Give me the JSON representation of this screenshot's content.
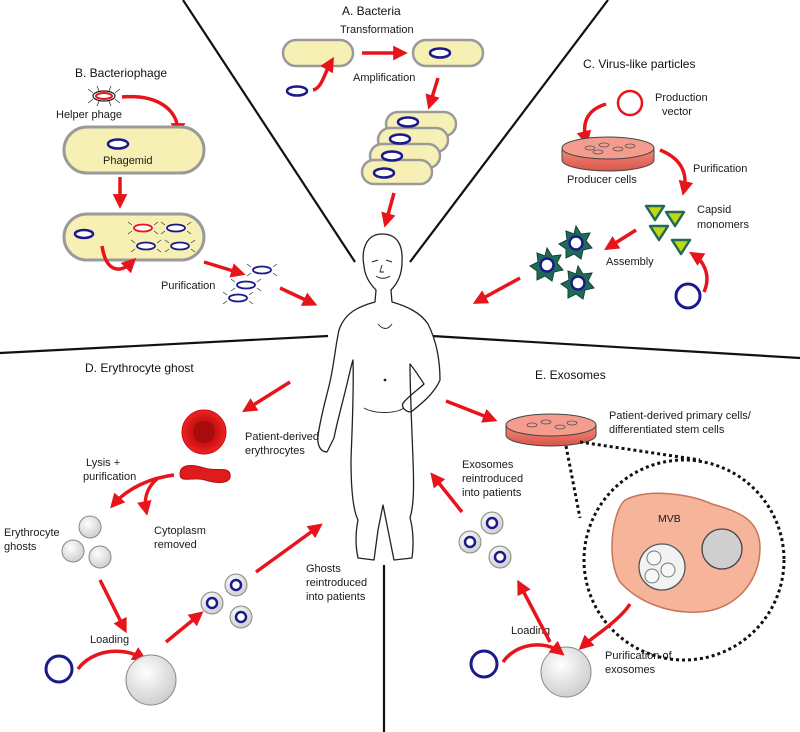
{
  "colors": {
    "arrow": "#e8141b",
    "plasmid": "#1a1a8c",
    "bacterium_fill": "#f7f0b4",
    "bacterium_stroke": "#9a9a9a",
    "erythrocyte": "#e01b1b",
    "star": "#1f6b5a",
    "triangle": "#c4d614",
    "cell_fill": "#f6b49a",
    "dish": "#e86a5c",
    "divider": "#111111"
  },
  "sections": {
    "bacteria": {
      "title": "A. Bacteria",
      "transformation": "Transformation",
      "amplification": "Amplification"
    },
    "bacteriophage": {
      "title": "B. Bacteriophage",
      "helper_phage": "Helper phage",
      "phagemid": "Phagemid",
      "purification": "Purification"
    },
    "vlp": {
      "title": "C. Virus-like particles",
      "production_vector_1": "Production",
      "production_vector_2": "vector",
      "producer_cells": "Producer cells",
      "purification": "Purification",
      "capsid_1": "Capsid",
      "capsid_2": "monomers",
      "assembly": "Assembly"
    },
    "erythrocyte": {
      "title": "D. Erythrocyte ghost",
      "patient_derived_1": "Patient-derived",
      "patient_derived_2": "erythrocytes",
      "lysis_1": "Lysis +",
      "lysis_2": "purification",
      "ghosts_1": "Erythrocyte",
      "ghosts_2": "ghosts",
      "cytoplasm_1": "Cytoplasm",
      "cytoplasm_2": "removed",
      "loading": "Loading",
      "reintro_1": "Ghosts",
      "reintro_2": "reintroduced",
      "reintro_3": "into patients"
    },
    "exosomes": {
      "title": "E. Exosomes",
      "cells_1": "Patient-derived primary cells/",
      "cells_2": "differentiated stem cells",
      "reintro_1": "Exosomes",
      "reintro_2": "reintroduced",
      "reintro_3": "into patients",
      "mvb": "MVB",
      "loading": "Loading",
      "purif_1": "Purification of",
      "purif_2": "exosomes"
    }
  }
}
